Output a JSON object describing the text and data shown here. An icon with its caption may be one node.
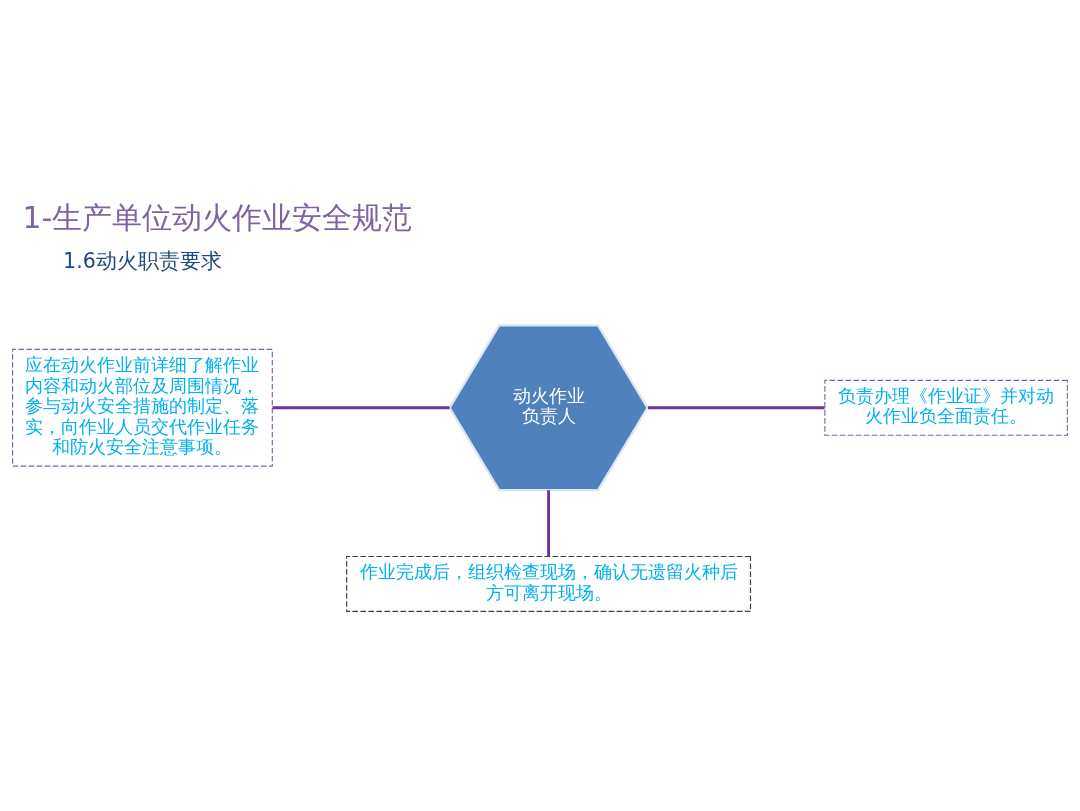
{
  "diagram": {
    "title": "1-生产单位动火作业安全规范",
    "nodes": [
      {
        "text": [
          "动火作业负责人"
        ]
      },
      {
        "text": [
          "负责办理《作业证》并对动火作业负全面责任。"
        ]
      },
      {
        "text": [
          "应在动火作业前详细了解作业内容和动火部位及周围情况，参与动火安全措施的制定、落实，向作业人员交代作业任务和防火安全注意事项。"
        ]
      },
      {
        "text": [
          "作业完成后，组织检查现场，确认无遗留火种后方可离开现场。"
        ]
      }
    ],
    "edges": [
      {
        "from": 0,
        "to": 1,
        "arrow": "none"
      },
      {
        "from": 2,
        "to": 0,
        "arrow": "none"
      },
      {
        "from": 0,
        "to": 3,
        "arrow": "none"
      }
    ],
    "labels": [
      "1.6动火职责要求"
    ]
  }
}
